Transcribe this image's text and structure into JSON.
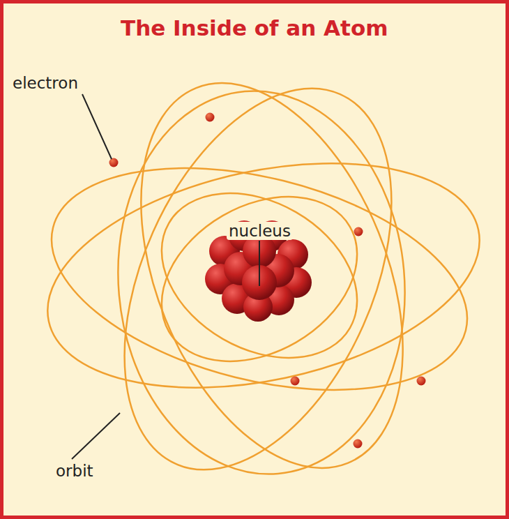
{
  "diagram": {
    "title": "The Inside of an Atom",
    "labels": [
      "electron",
      "nucleus",
      "orbit"
    ]
  }
}
